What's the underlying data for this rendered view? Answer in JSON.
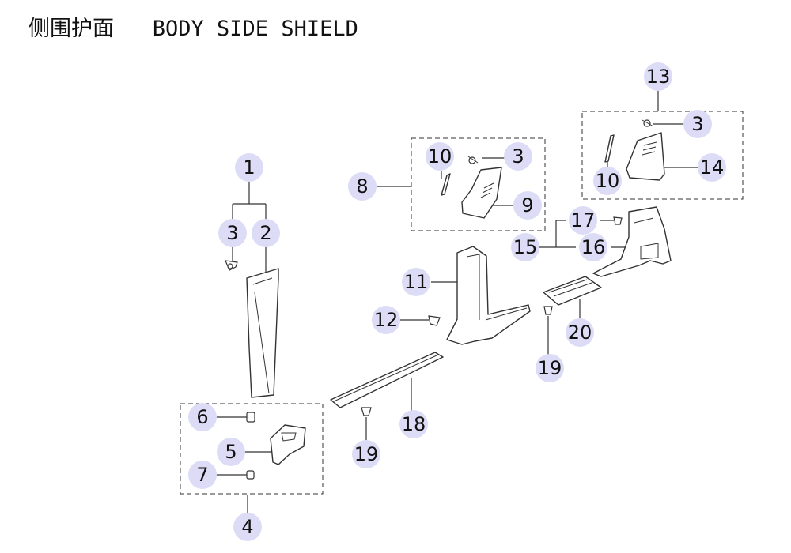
{
  "header": {
    "title": "侧围护面   BODY SIDE SHIELD"
  },
  "callouts": {
    "c1": "1",
    "c2": "2",
    "c3a": "3",
    "c3b": "3",
    "c3c": "3",
    "c4": "4",
    "c5": "5",
    "c6": "6",
    "c7": "7",
    "c8": "8",
    "c9": "9",
    "c10a": "10",
    "c10b": "10",
    "c11": "11",
    "c12": "12",
    "c13": "13",
    "c14": "14",
    "c15": "15",
    "c16": "16",
    "c17": "17",
    "c18": "18",
    "c19a": "19",
    "c19b": "19",
    "c20": "20"
  },
  "colors": {
    "callout_fill": "#dcdcf6",
    "line": "#333333"
  }
}
